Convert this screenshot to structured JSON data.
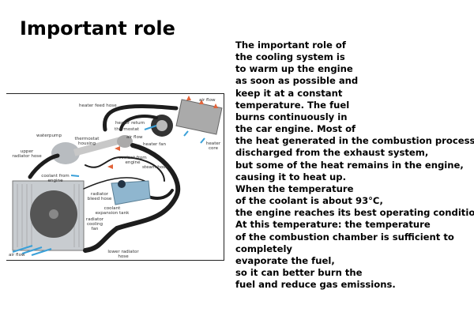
{
  "title": "Important role",
  "body_lines": [
    "The important role of",
    "the cooling system is",
    "to warm up the engine",
    "as soon as possible and",
    "keep it at a constant",
    "temperature. The fuel",
    "burns continuously in",
    "the car engine. Most of",
    "the heat generated in the combustion process is",
    "discharged from the exhaust system,",
    "but some of the heat remains in the engine,",
    "causing it to heat up.",
    "When the temperature",
    "of the coolant is about 93°C,",
    "the engine reaches its best operating condition.",
    "At this temperature: the temperature",
    "of the combustion chamber is sufficient to",
    "completely",
    "evaporate the fuel,",
    "so it can better burn the",
    "fuel and reduce gas emissions."
  ],
  "diagram": {
    "labels": {
      "heater_feed_hose": "heater feed hose",
      "air_flow_top": "air flow",
      "heater_return": "heater return",
      "thermostat": "thermostat",
      "air_flow_mid": "air flow",
      "heater_fan": "heater fan",
      "heater_core": "heater core",
      "waterpump": "waterpump",
      "thermostat_housing": "thermostat housing",
      "upper_radiator_hose": "upper radiator hose",
      "coolant_from_engine_right": "coolant from engine",
      "steam_hose": "steam hose",
      "coolant_from_engine_left": "coolant from engine",
      "radiator_bleed_hose": "radiator bleed hose",
      "coolant_expansion_tank": "coolant expansion tank",
      "radiator_cooling_fan": "radiator cooling fan",
      "air_flow_bottom": "air flow",
      "lower_radiator_hose": "lower radiator hose"
    }
  }
}
